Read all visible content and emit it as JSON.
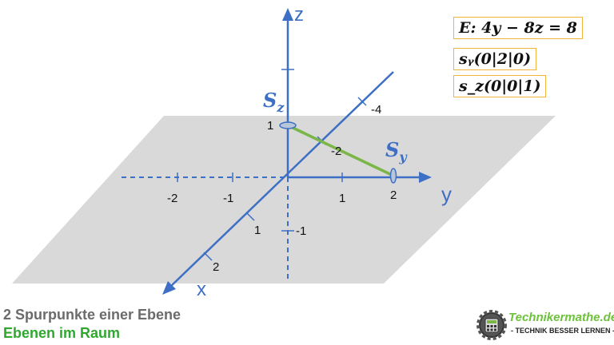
{
  "diagram": {
    "axis_labels": {
      "x": "x",
      "y": "y",
      "z": "z"
    },
    "tick_labels": {
      "y_neg2": "-2",
      "y_neg1": "-1",
      "y_1": "1",
      "y_2": "2",
      "x_neg4": "-4",
      "x_neg2": "-2",
      "x_1": "1",
      "x_2": "2",
      "z_1": "1",
      "z_neg1": "-1"
    },
    "points": {
      "sz_label_main": "S",
      "sz_label_sub": "z",
      "sy_label_main": "S",
      "sy_label_sub": "y"
    },
    "colors": {
      "axis": "#3d6fc4",
      "plane": "#d9d9d9",
      "segment": "#7ab648",
      "box_border": "#f0b43c"
    }
  },
  "formulas": {
    "plane_equation": "E: 4y − 8z = 8",
    "trace_point_y": "sᵧ(0|2|0)",
    "trace_point_z": "s_z(0|0|1)"
  },
  "footer": {
    "title": "2 Spurpunkte einer Ebene",
    "subtitle": "Ebenen im Raum"
  },
  "logo": {
    "name": "Technikermathe.de",
    "slogan": "- TECHNIK BESSER LERNEN -"
  }
}
